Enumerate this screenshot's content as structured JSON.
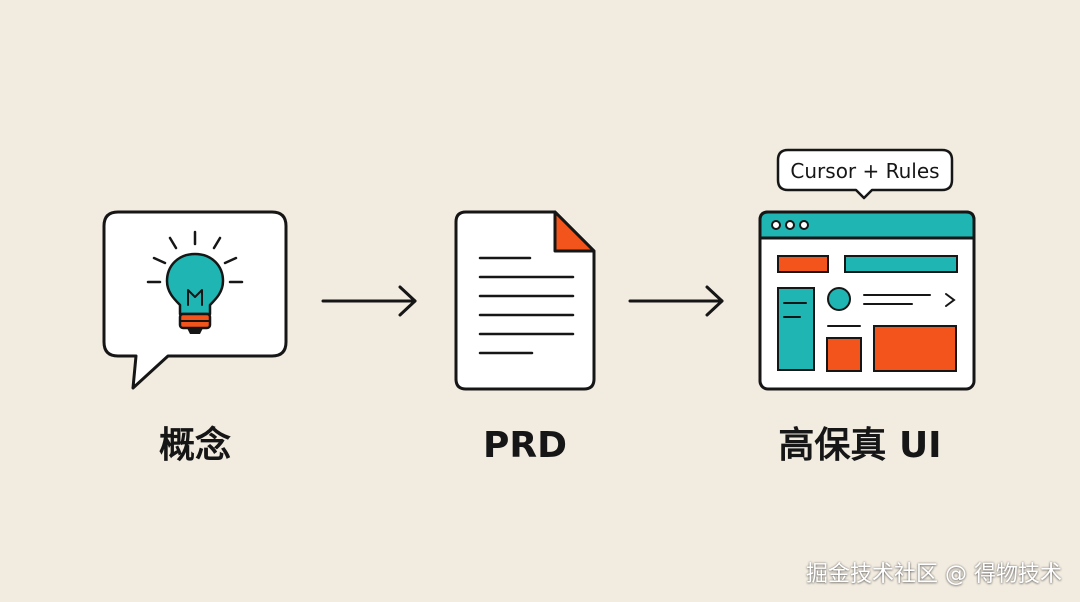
{
  "steps": [
    {
      "label": "概念",
      "icon": "lightbulb-speech-bubble-icon"
    },
    {
      "label": "PRD",
      "icon": "document-icon"
    },
    {
      "label": "高保真 UI",
      "icon": "browser-wireframe-icon"
    }
  ],
  "badge": {
    "text": "Cursor + Rules"
  },
  "watermark": {
    "text": "掘金技术社区 @ 得物技术"
  },
  "colors": {
    "background": "#f1ebe0",
    "teal": "#1fb5b2",
    "orange": "#f2541b",
    "outline": "#161616"
  }
}
